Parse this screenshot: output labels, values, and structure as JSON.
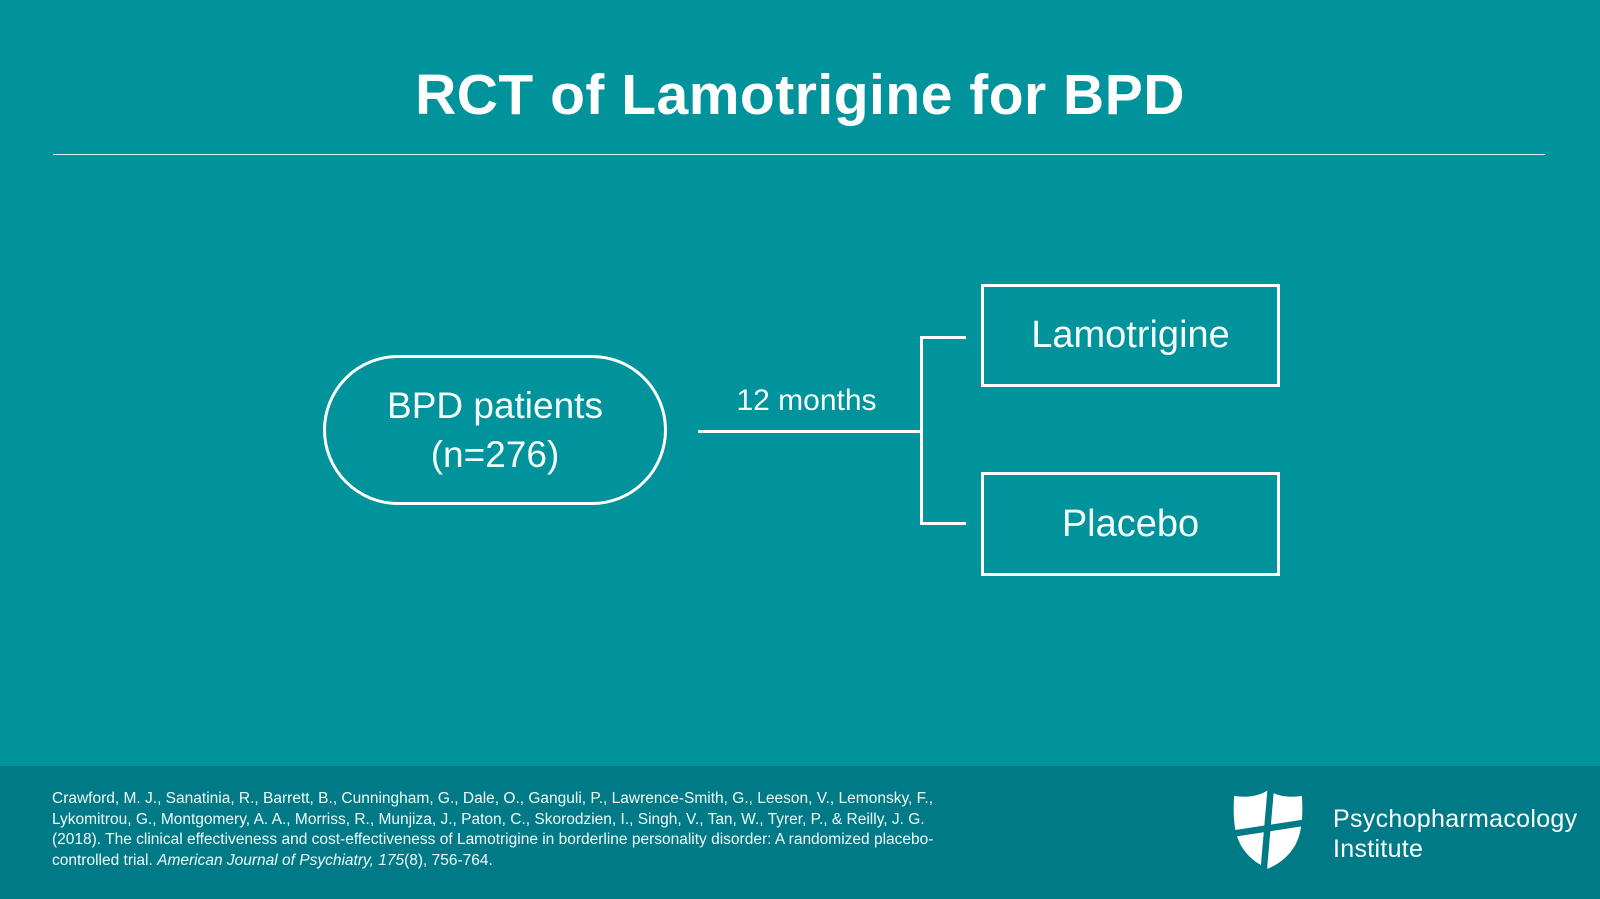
{
  "slide": {
    "title": "RCT of Lamotrigine for BPD"
  },
  "diagram": {
    "population_line1": "BPD patients",
    "population_line2": "(n=276)",
    "duration_label": "12 months",
    "arms": [
      {
        "label": "Lamotrigine"
      },
      {
        "label": "Placebo"
      }
    ]
  },
  "footer": {
    "citation": {
      "line1": "Crawford, M. J., Sanatinia, R., Barrett, B., Cunningham, G., Dale, O., Ganguli, P., Lawrence-Smith, G., Leeson, V., Lemonsky, F.,",
      "line2": "Lykomitrou, G., Montgomery, A. A., Morriss, R., Munjiza, J., Paton, C., Skorodzien, I., Singh, V., Tan, W., Tyrer, P., & Reilly, J. G.",
      "line3": "(2018). The clinical effectiveness and cost-effectiveness of Lamotrigine in borderline personality disorder: A randomized placebo-",
      "line4_plain_start": "controlled trial. ",
      "line4_italic": "American Journal of Psychiatry, 175",
      "line4_plain_end": "(8), 756-764."
    },
    "brand": {
      "logo_icon": "shield-cross-icon",
      "name_line1": "Psychopharmacology",
      "name_line2": "Institute"
    }
  },
  "colors": {
    "background": "#00939B",
    "footer_background": "#007A87",
    "line_color": "#FFFFFF",
    "text": "#FFFFFF"
  }
}
